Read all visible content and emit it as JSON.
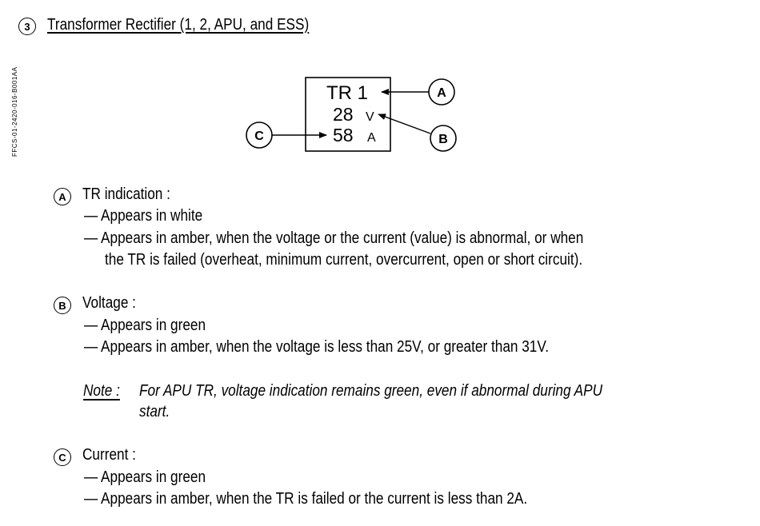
{
  "section": {
    "number": "3",
    "title": "Transformer Rectifier (1, 2, APU, and ESS)",
    "side_code": "FFCS-01-2420-016-B001AA"
  },
  "display": {
    "label": "TR 1",
    "voltage_value": "28",
    "voltage_unit": "V",
    "current_value": "58",
    "current_unit": "A",
    "callouts": [
      "A",
      "B",
      "C"
    ]
  },
  "items": [
    {
      "letter": "A",
      "heading": "TR indication :",
      "lines": [
        "— Appears in white",
        "— Appears in amber, when the voltage or the current (value) is abnormal, or when",
        "the TR is failed (overheat, minimum current, overcurrent, open or short circuit)."
      ]
    },
    {
      "letter": "B",
      "heading": "Voltage :",
      "lines": [
        "— Appears in green",
        "— Appears in amber, when the voltage is less than 25V, or greater than 31V."
      ]
    },
    {
      "letter": "C",
      "heading": "Current :",
      "lines": [
        "— Appears in green",
        "— Appears in amber, when the TR is failed or the current is less than 2A."
      ]
    }
  ],
  "note": {
    "label": "Note :",
    "line1": "For APU TR, voltage indication remains green, even if abnormal during APU",
    "line2": "start."
  }
}
